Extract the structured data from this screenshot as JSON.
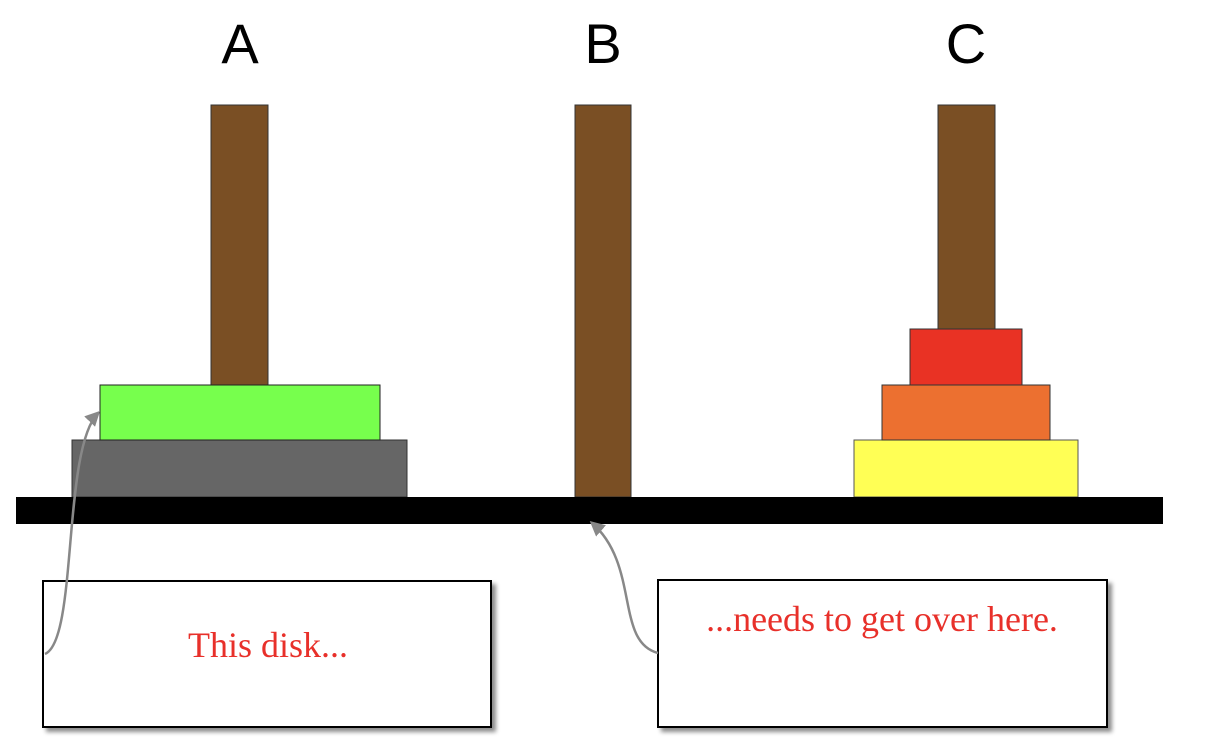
{
  "pegs": [
    {
      "label": "A"
    },
    {
      "label": "B"
    },
    {
      "label": "C"
    }
  ],
  "disks": {
    "peg_a": [
      "#666666",
      "#77ff4d"
    ],
    "peg_c": [
      "#ffff55",
      "#ec7030",
      "#e93224"
    ]
  },
  "annotations": [
    {
      "text": "This disk..."
    },
    {
      "text": "...needs to get over here."
    }
  ],
  "colors": {
    "peg": "#7a4f24",
    "base": "#000000",
    "note_text": "#e8302a",
    "arrow": "#888888"
  }
}
